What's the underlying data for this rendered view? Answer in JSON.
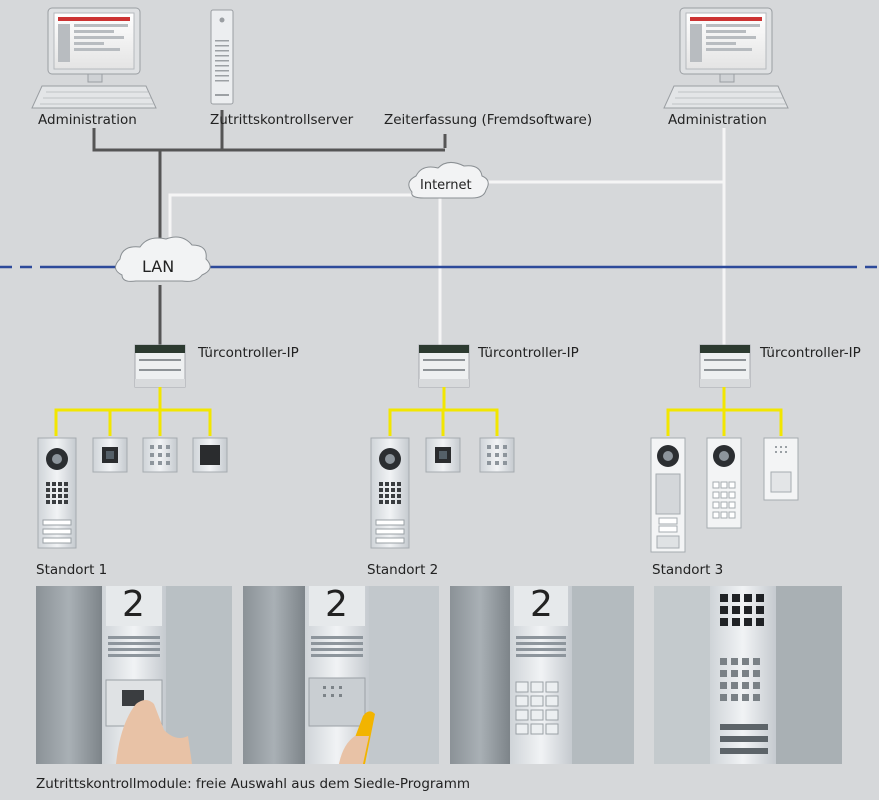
{
  "nodes": {
    "admin_left": "Administration",
    "server": "Zutrittskontrollserver",
    "timekeeping": "Zeiterfassung (Fremdsoftware)",
    "admin_right": "Administration",
    "internet": "Internet",
    "lan": "LAN",
    "controller_1": "Türcontroller-IP",
    "controller_2": "Türcontroller-IP",
    "controller_3": "Türcontroller-IP"
  },
  "sites": {
    "site_1": "Standort 1",
    "site_2": "Standort 2",
    "site_3": "Standort 3"
  },
  "photos": {
    "house_number": "2"
  },
  "caption": "Zutrittskontrollmodule: freie Auswahl aus dem Siedle-Programm",
  "colors": {
    "background": "#d6d8da",
    "lan_wire": "#555555",
    "internet_wire": "#f4f4f4",
    "bus_wire": "#f2e600",
    "separator": "#2d4a9a"
  }
}
